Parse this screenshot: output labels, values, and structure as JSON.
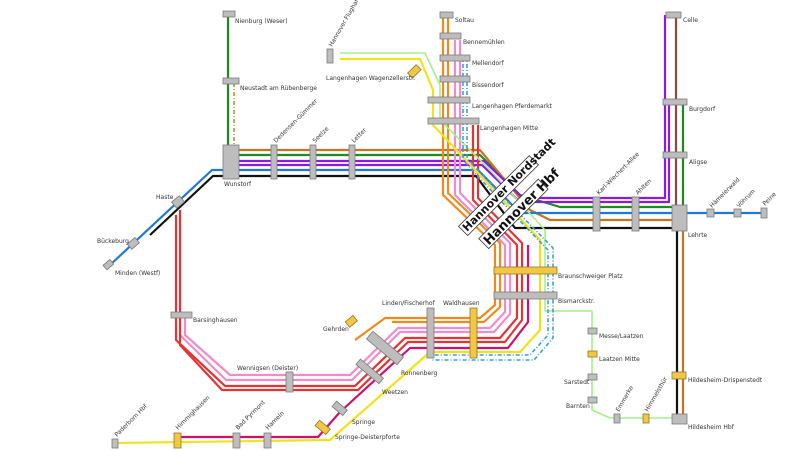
{
  "title": "Hannover S-Bahn Netz",
  "colors": {
    "orange": "#f08a1c",
    "green": "#1c8c1c",
    "purple": "#8a1ae0",
    "blue": "#1e78d6",
    "black": "#111111",
    "brown": "#8b4a3a",
    "ochre": "#c8741e",
    "red": "#e83232",
    "pink": "#f08cc8",
    "magenta": "#d0106a",
    "yellow": "#f2e21c",
    "lightgreen": "#a6f08a",
    "lightblue": "#3c9ce8",
    "station": "#bdbdbd",
    "station_highlight": "#f3c643"
  },
  "hubs": {
    "nordstadt": "Hannover Nordstadt",
    "hbf": "Hannover Hbf"
  },
  "stations": [
    "Nienburg (Weser)",
    "Neustadt am Rübenberge",
    "Wunstorf",
    "Dedensen-Gümmer",
    "Seelze",
    "Letter",
    "Haste",
    "Bückeburg",
    "Minden (Westf)",
    "Hannover Flughafen",
    "Langenhagen Wagenzellerstr.",
    "Soltau",
    "Bennemühlen",
    "Mellendorf",
    "Bissendorf",
    "Langenhagen Pferdemarkt",
    "Langenhagen Mitte",
    "Hannover Nordstadt",
    "Hannover Hbf",
    "Karl-Wiechert-Allee",
    "Ahlten",
    "Celle",
    "Burgdorf",
    "Aligse",
    "Lehrte",
    "Hämelerwald",
    "Vöhrum",
    "Peine",
    "Braunschweiger Platz",
    "Bismarckstr.",
    "Messe/Laatzen",
    "Laatzen Mitte",
    "Sarstedt",
    "Barnten",
    "Emmerke",
    "Himmelsthür",
    "Hildesheim-Drispenstedt",
    "Hildesheim Hbf",
    "Barsinghausen",
    "Linden/Fischerhof",
    "Waldhausen",
    "Gehrden",
    "Ronnenberg",
    "Weetzen",
    "Wennigsen (Deister)",
    "Springe",
    "Springe-Deisterpforte",
    "Himmighausen",
    "Bad Pyrmont",
    "Hameln",
    "Paderborn Hbf"
  ]
}
